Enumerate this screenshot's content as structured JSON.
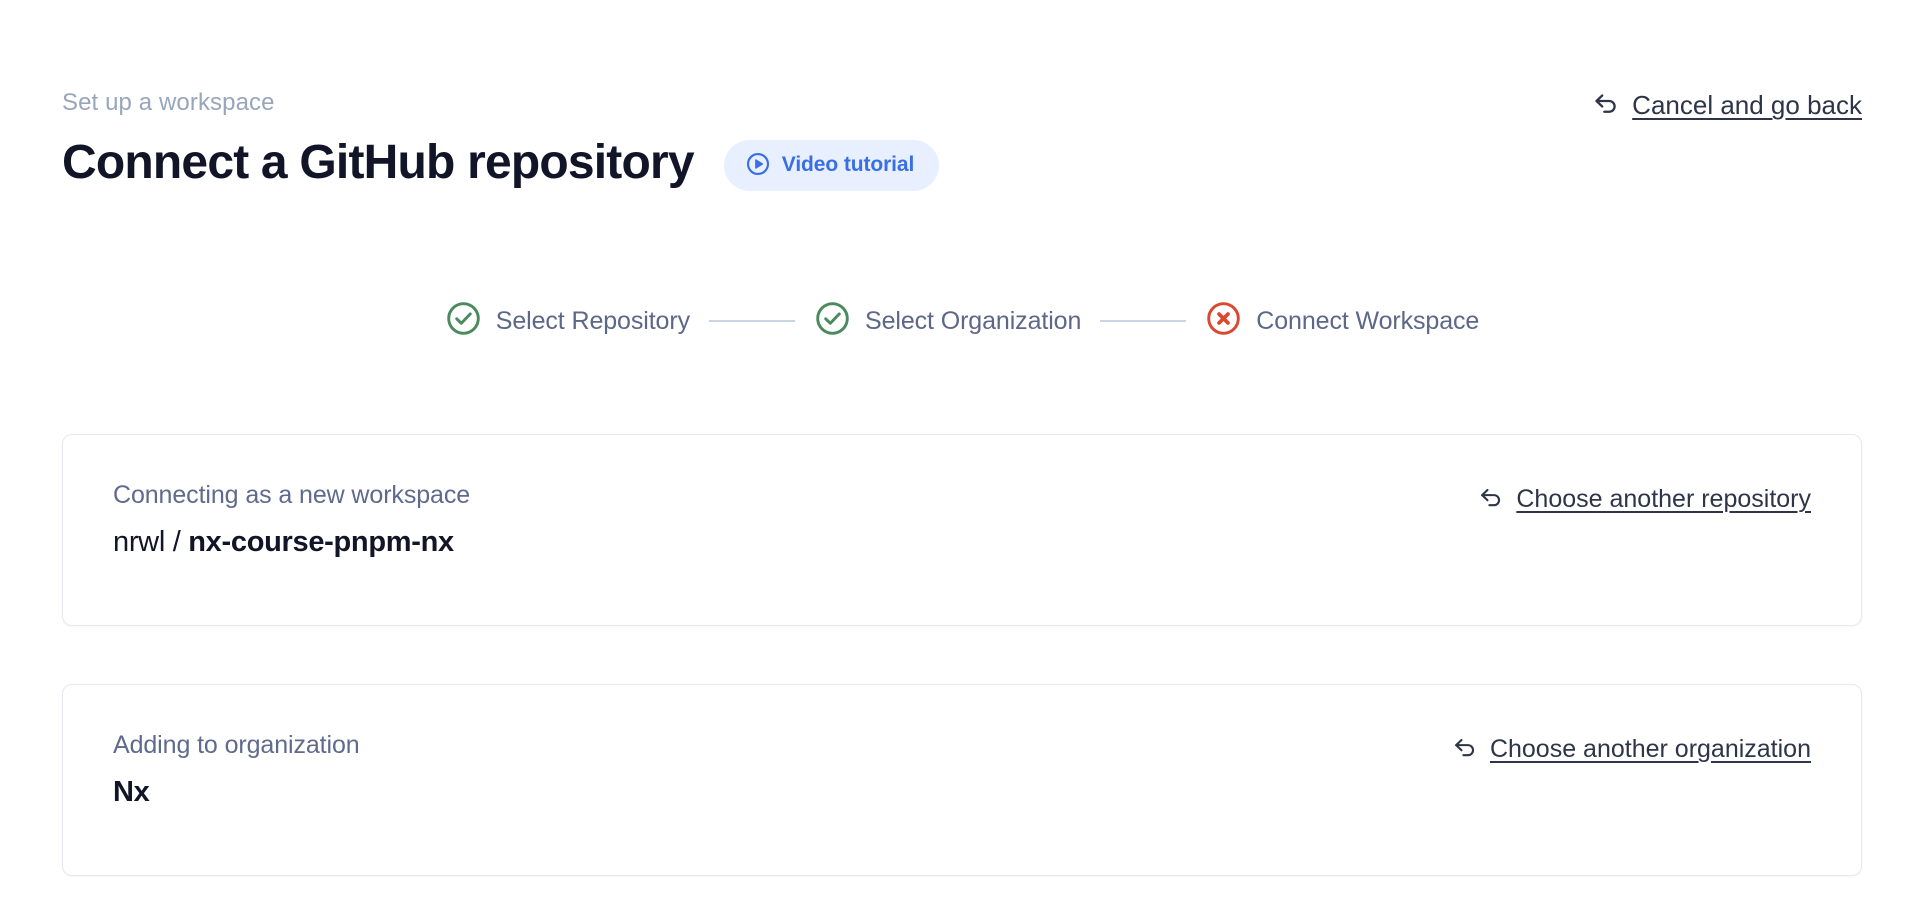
{
  "header": {
    "eyebrow": "Set up a workspace",
    "title": "Connect a GitHub repository",
    "video_button": {
      "label": "Video tutorial",
      "icon": "play-circle-icon",
      "text_color": "#3a6fe3",
      "background_color": "#e8efff"
    },
    "cancel_link": {
      "label": "Cancel and go back",
      "icon": "back-arrow-icon"
    }
  },
  "stepper": {
    "steps": [
      {
        "label": "Select Repository",
        "state": "complete",
        "icon": "check-circle-icon",
        "color": "#4a8a5c"
      },
      {
        "label": "Select Organization",
        "state": "complete",
        "icon": "check-circle-icon",
        "color": "#4a8a5c"
      },
      {
        "label": "Connect Workspace",
        "state": "error",
        "icon": "x-circle-icon",
        "color": "#d9482f"
      }
    ],
    "connector_color": "#ccd3e3",
    "label_color": "#5d6788"
  },
  "cards": [
    {
      "caption": "Connecting as a new workspace",
      "owner": "nrwl",
      "separator": " / ",
      "repo": "nx-course-pnpm-nx",
      "link": {
        "label": "Choose another repository",
        "icon": "back-arrow-icon"
      }
    },
    {
      "caption": "Adding to organization",
      "value": "Nx",
      "link": {
        "label": "Choose another organization",
        "icon": "back-arrow-icon"
      }
    }
  ]
}
